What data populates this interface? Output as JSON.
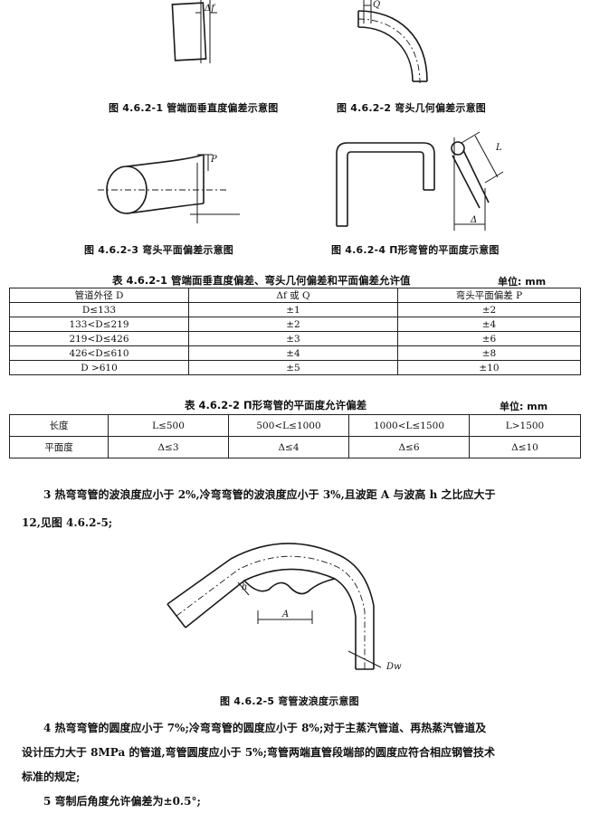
{
  "figures": {
    "fig1": {
      "caption": "图 4.6.2-1  管端面垂直度偏差示意图",
      "label": "Δf"
    },
    "fig2": {
      "caption": "图 4.6.2-2  弯头几何偏差示意图",
      "label": "Q"
    },
    "fig3": {
      "caption": "图 4.6.2-3   弯头平面偏差示意图",
      "label": "P"
    },
    "fig4": {
      "caption": "图 4.6.2-4   Π形弯管的平面度示意图",
      "label_l": "L",
      "label_delta": "Δ"
    },
    "fig5": {
      "caption": "图 4.6.2-5   弯管波浪度示意图",
      "label_h": "h",
      "label_a": "A",
      "label_dw": "Dw"
    }
  },
  "table1": {
    "title": "表 4.6.2-1  管端面垂直度偏差、弯头几何偏差和平面偏差允许值",
    "unit": "单位:    mm",
    "headers": [
      "管道外径 D",
      "Δf 或 Q",
      "弯头平面偏差 P"
    ],
    "rows": [
      [
        "D≤133",
        "±1",
        "±2"
      ],
      [
        "133<D≤219",
        "±2",
        "±4"
      ],
      [
        "219<D≤426",
        "±3",
        "±6"
      ],
      [
        "426<D≤610",
        "±4",
        "±8"
      ],
      [
        "D >610",
        "±5",
        "±10"
      ]
    ]
  },
  "table2": {
    "title": "表 4.6.2-2   Π形弯管的平面度允许偏差",
    "unit": "单位:    mm",
    "row_length": [
      "长度",
      "L≤500",
      "500<L≤1000",
      "1000<L≤1500",
      "L>1500"
    ],
    "row_flatness": [
      "平面度",
      "Δ≤3",
      "Δ≤4",
      "Δ≤6",
      "Δ≤10"
    ]
  },
  "paragraphs": {
    "p3_line1": "3  热弯弯管的波浪度应小于 2%,冷弯弯管的波浪度应小于 3%,且波距 A 与波高 h 之比应大于",
    "p3_line2": "12,见图 4.6.2-5;",
    "p4_line1": "4  热弯弯管的圆度应小于 7%;冷弯弯管的圆度应小于 8%;对于主蒸汽管道、再热蒸汽管道及",
    "p4_line2": "设计压力大于 8MPa 的管道,弯管圆度应小于 5%;弯管两端直管段端部的圆度应符合相应钢管技术",
    "p4_line3": "标准的规定;",
    "p5_line1": "5  弯制后角度允许偏差为±0.5°;"
  }
}
